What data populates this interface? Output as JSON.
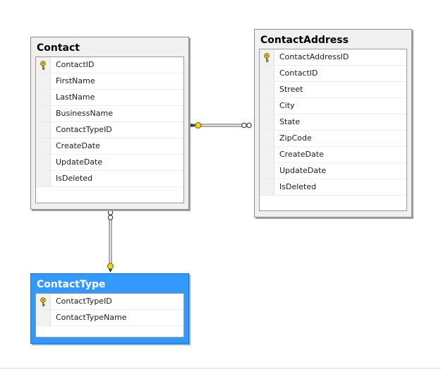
{
  "diagram": {
    "tables": {
      "contact": {
        "title": "Contact",
        "columns": [
          {
            "name": "ContactID",
            "primary_key": true
          },
          {
            "name": "FirstName",
            "primary_key": false
          },
          {
            "name": "LastName",
            "primary_key": false
          },
          {
            "name": "BusinessName",
            "primary_key": false
          },
          {
            "name": "ContactTypeID",
            "primary_key": false
          },
          {
            "name": "CreateDate",
            "primary_key": false
          },
          {
            "name": "UpdateDate",
            "primary_key": false
          },
          {
            "name": "IsDeleted",
            "primary_key": false
          }
        ]
      },
      "contact_address": {
        "title": "ContactAddress",
        "columns": [
          {
            "name": "ContactAddressID",
            "primary_key": true
          },
          {
            "name": "ContactID",
            "primary_key": false
          },
          {
            "name": "Street",
            "primary_key": false
          },
          {
            "name": "City",
            "primary_key": false
          },
          {
            "name": "State",
            "primary_key": false
          },
          {
            "name": "ZipCode",
            "primary_key": false
          },
          {
            "name": "CreateDate",
            "primary_key": false
          },
          {
            "name": "UpdateDate",
            "primary_key": false
          },
          {
            "name": "IsDeleted",
            "primary_key": false
          }
        ]
      },
      "contact_type": {
        "title": "ContactType",
        "selected": true,
        "columns": [
          {
            "name": "ContactTypeID",
            "primary_key": true
          },
          {
            "name": "ContactTypeName",
            "primary_key": false
          }
        ]
      }
    },
    "relationships": [
      {
        "from": "contact",
        "to": "contact_address",
        "one_end": "contact",
        "many_end": "contact_address"
      },
      {
        "from": "contact_type",
        "to": "contact",
        "one_end": "contact_type",
        "many_end": "contact"
      }
    ],
    "colors": {
      "selected_header": "#3399ff",
      "table_header": "#f0f0f0",
      "key_icon": "#f2d21b",
      "connector": "#555555"
    },
    "icons": {
      "primary_key": "key-icon",
      "one_end": "key-icon",
      "many_end": "infinity-icon"
    }
  }
}
